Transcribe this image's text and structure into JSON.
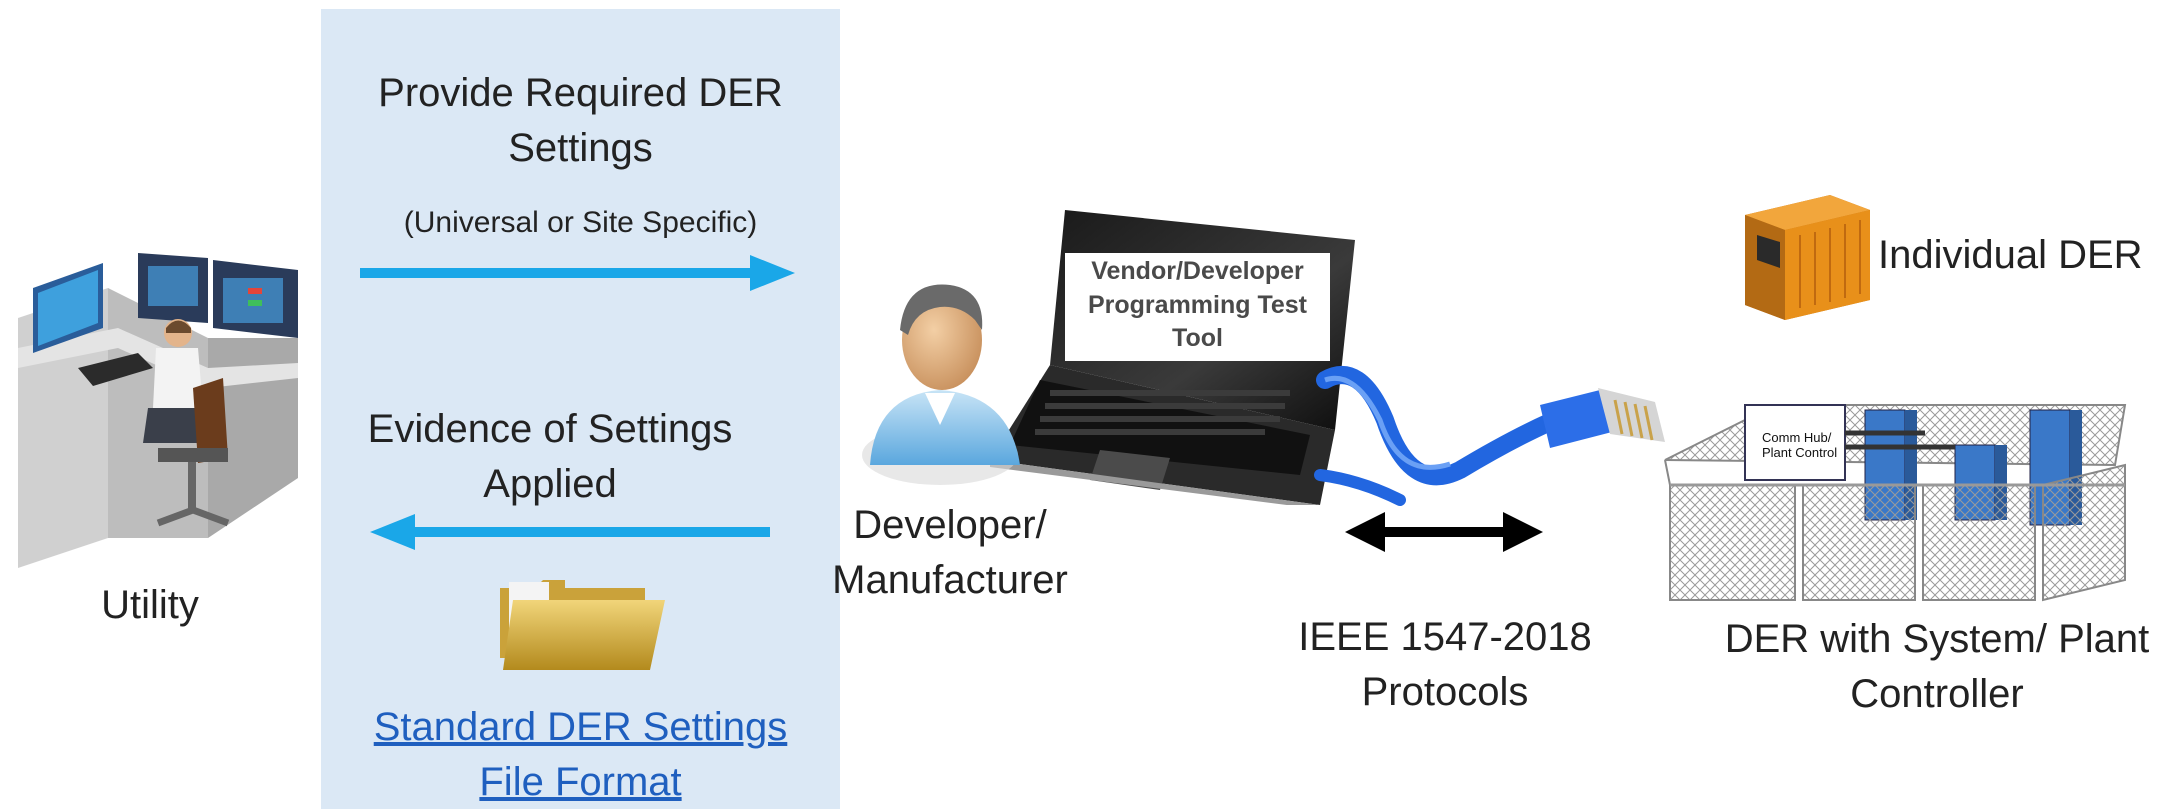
{
  "panel": {
    "title_line1": "Provide Required DER",
    "title_line2": "Settings",
    "subtitle": "(Universal or Site Specific)",
    "evidence_line1": "Evidence of Settings",
    "evidence_line2": "Applied",
    "link_line1": "Standard DER Settings",
    "link_line2": "File Format"
  },
  "utility": {
    "label": "Utility"
  },
  "developer": {
    "label_line1": "Developer/",
    "label_line2": "Manufacturer"
  },
  "tool": {
    "line1": "Vendor/Developer",
    "line2": "Programming  Test",
    "line3": "Tool"
  },
  "protocol": {
    "line1": "IEEE 1547-2018",
    "line2": "Protocols"
  },
  "individual_der": {
    "label": "Individual DER"
  },
  "plant": {
    "label_line1": "DER with System/ Plant",
    "label_line2": "Controller",
    "hub_line1": "Comm Hub/",
    "hub_line2": "Plant Control"
  },
  "icons": {
    "utility": "control-room-operator-icon",
    "developer": "person-icon",
    "laptop": "laptop-icon",
    "cable": "ethernet-cable-icon",
    "folder": "folder-icon",
    "generator": "generator-icon",
    "plant": "fenced-plant-icon"
  },
  "colors": {
    "panel": "#dbe8f5",
    "arrow": "#1aa7e8",
    "link": "#1f5fbf",
    "cable": "#2266e0",
    "generator": "#e8901a"
  }
}
